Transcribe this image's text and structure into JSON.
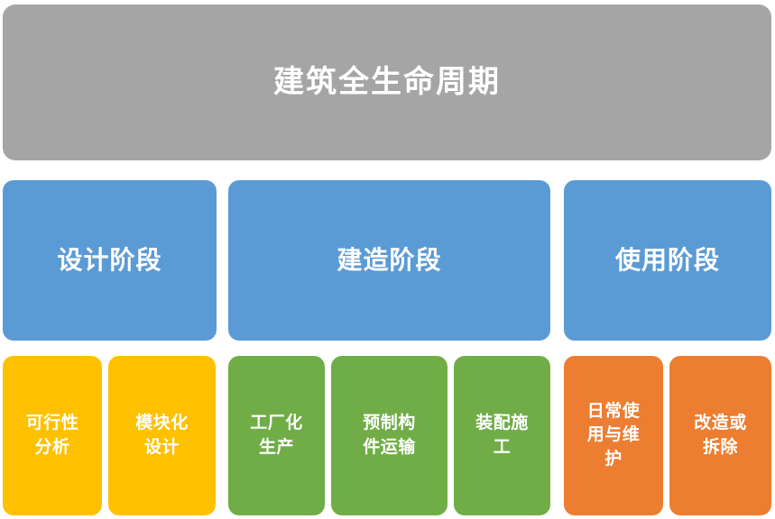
{
  "diagram": {
    "title": "建筑全生命周期",
    "palette": {
      "root": "#A5A5A5",
      "phase": "#5B9BD5",
      "design_tasks": "#FFC000",
      "build_tasks": "#70AD47",
      "use_tasks": "#ED7D31",
      "text": "#FFFFFF",
      "background": "#FFFFFF"
    },
    "root": {
      "label": "建筑全生命周期"
    },
    "phases": [
      {
        "label": "设计阶段"
      },
      {
        "label": "建造阶段"
      },
      {
        "label": "使用阶段"
      }
    ],
    "tasks": [
      {
        "label": "可行性\n分析",
        "group": "设计阶段"
      },
      {
        "label": "模块化\n设计",
        "group": "设计阶段"
      },
      {
        "label": "工厂化\n生产",
        "group": "建造阶段"
      },
      {
        "label": "预制构\n件运输",
        "group": "建造阶段"
      },
      {
        "label": "装配施\n工",
        "group": "建造阶段"
      },
      {
        "label": "日常使\n用与维\n护",
        "group": "使用阶段"
      },
      {
        "label": "改造或\n拆除",
        "group": "使用阶段"
      }
    ]
  }
}
